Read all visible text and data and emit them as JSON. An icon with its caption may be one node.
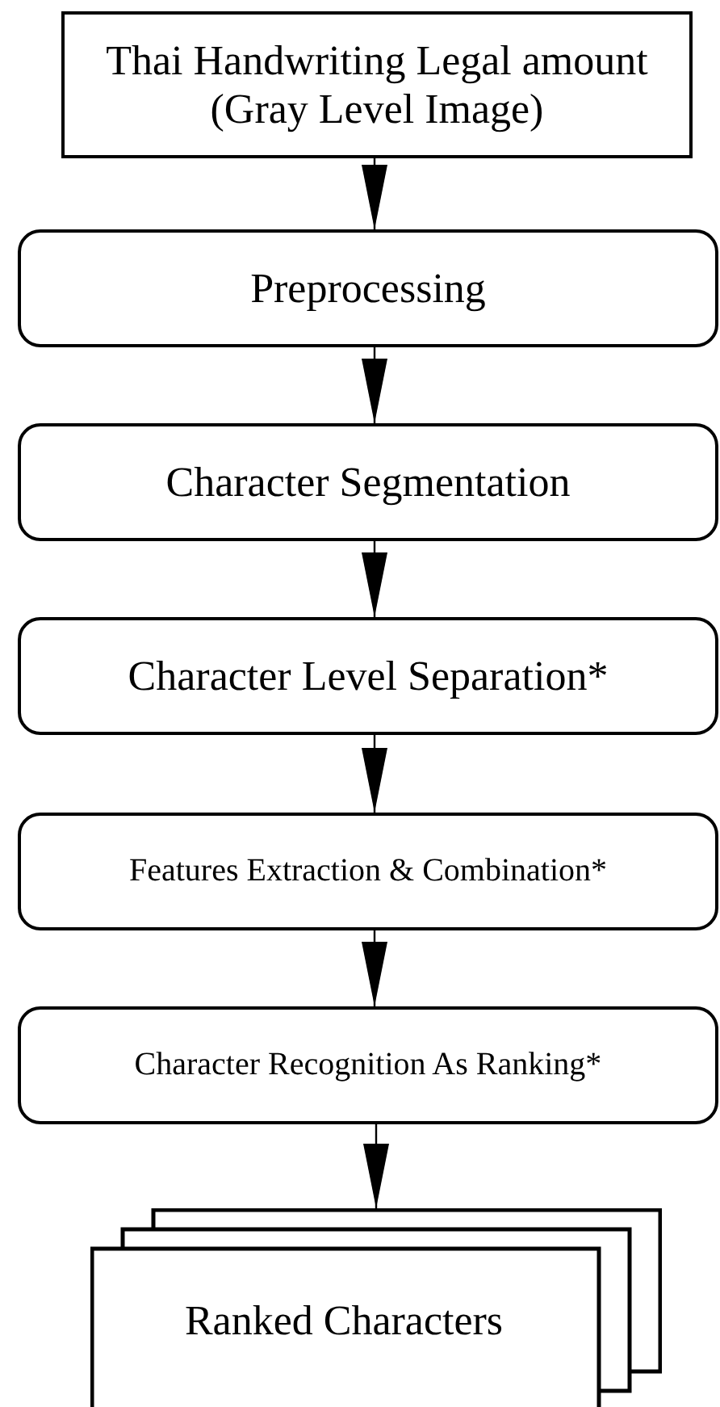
{
  "diagram": {
    "nodes": [
      {
        "text": [
          "Thai Handwriting Legal amount (Gray Level Image)"
        ]
      },
      {
        "text": [
          "Preprocessing"
        ]
      },
      {
        "text": [
          "Character Segmentation"
        ]
      },
      {
        "text": [
          "Character Level Separation*"
        ]
      },
      {
        "text": [
          "Features Extraction & Combination*"
        ]
      },
      {
        "text": [
          "Character Recognition As Ranking*"
        ]
      },
      {
        "text": [
          "Ranked Characters"
        ]
      }
    ],
    "edges": [
      {
        "from": 0,
        "to": 1,
        "arrow": "to"
      },
      {
        "from": 1,
        "to": 2,
        "arrow": "to"
      },
      {
        "from": 2,
        "to": 3,
        "arrow": "to"
      },
      {
        "from": 3,
        "to": 4,
        "arrow": "to"
      },
      {
        "from": 4,
        "to": 5,
        "arrow": "to"
      },
      {
        "from": 5,
        "to": 6,
        "arrow": "to"
      }
    ]
  }
}
